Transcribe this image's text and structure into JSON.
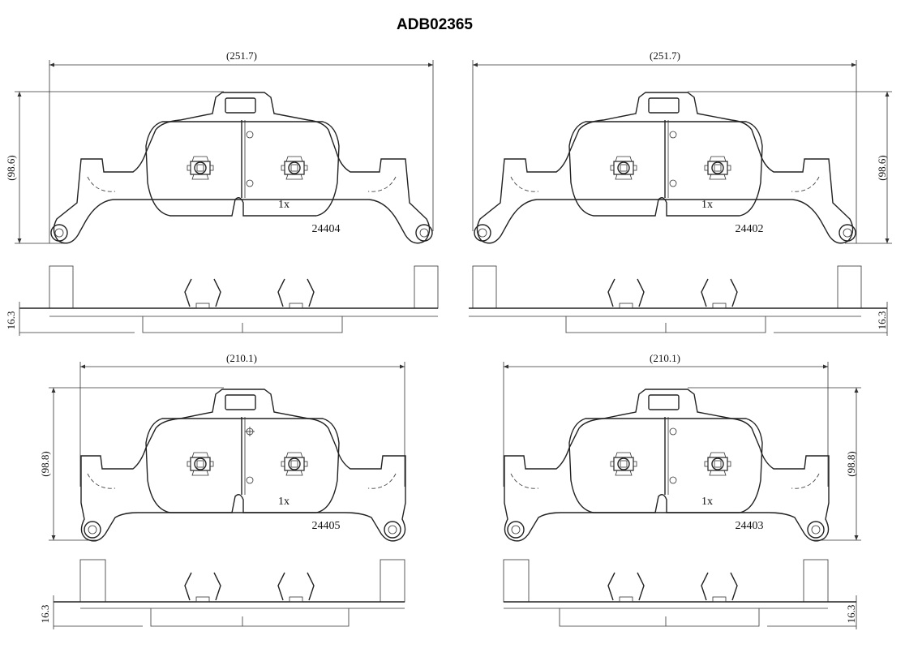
{
  "title": "ADB02365",
  "views": [
    {
      "width_label": "(251.7)",
      "height_label": "(98.6)",
      "part_number": "24404",
      "qty": "1x",
      "thickness_label": "16.3"
    },
    {
      "width_label": "(251.7)",
      "height_label": "(98.6)",
      "part_number": "24402",
      "qty": "1x",
      "thickness_label": "16.3"
    },
    {
      "width_label": "(210.1)",
      "height_label": "(98.8)",
      "part_number": "24405",
      "qty": "1x",
      "thickness_label": "16.3"
    },
    {
      "width_label": "(210.1)",
      "height_label": "(98.8)",
      "part_number": "24403",
      "qty": "1x",
      "thickness_label": "16.3"
    }
  ]
}
